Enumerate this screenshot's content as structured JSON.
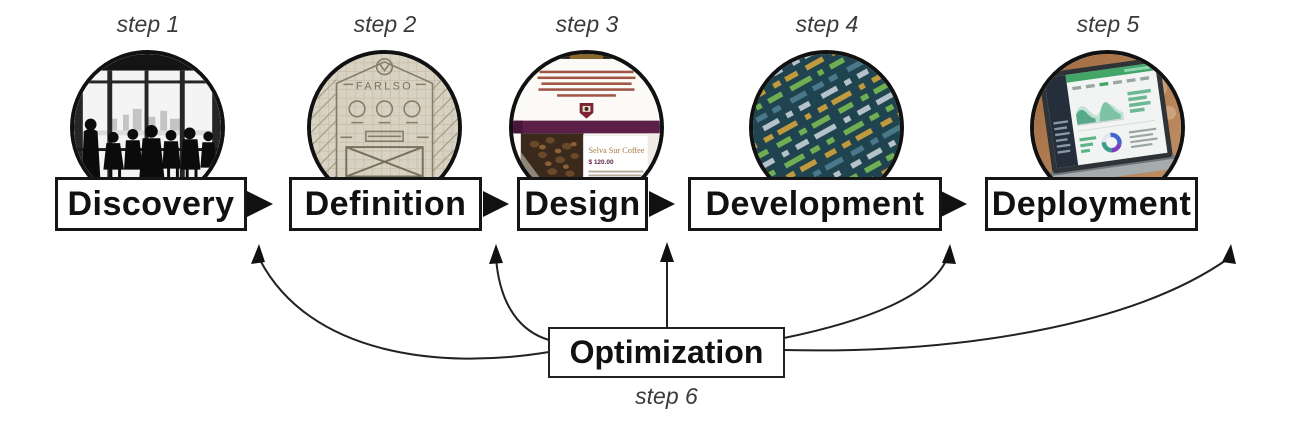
{
  "diagram": {
    "steps": [
      {
        "step_label": "step 1",
        "title": "Discovery",
        "image": "meeting-silhouettes-photo"
      },
      {
        "step_label": "step 2",
        "title": "Definition",
        "image": "wireframe-sketch-photo",
        "sketch_text": "FARLSO"
      },
      {
        "step_label": "step 3",
        "title": "Design",
        "image": "website-mockup-photo",
        "mockup_title": "Selva Sur Coffee",
        "mockup_price": "$ 120.00"
      },
      {
        "step_label": "step 4",
        "title": "Development",
        "image": "code-screen-photo"
      },
      {
        "step_label": "step 5",
        "title": "Deployment",
        "image": "analytics-laptop-photo"
      }
    ],
    "optimization": {
      "step_label": "step 6",
      "title": "Optimization"
    },
    "colors": {
      "background": "#ffffff",
      "line": "#222222",
      "box_border": "#161616",
      "box_text": "#111111",
      "step_label_text": "#3a3a3a",
      "design_purple": "#5c2048",
      "mockup_title_gold": "#a87a42",
      "code_bg_teal": "#1f4450",
      "code_green": "#6fae53",
      "code_gold": "#c29a3e",
      "dashboard_green": "#43a568"
    }
  }
}
